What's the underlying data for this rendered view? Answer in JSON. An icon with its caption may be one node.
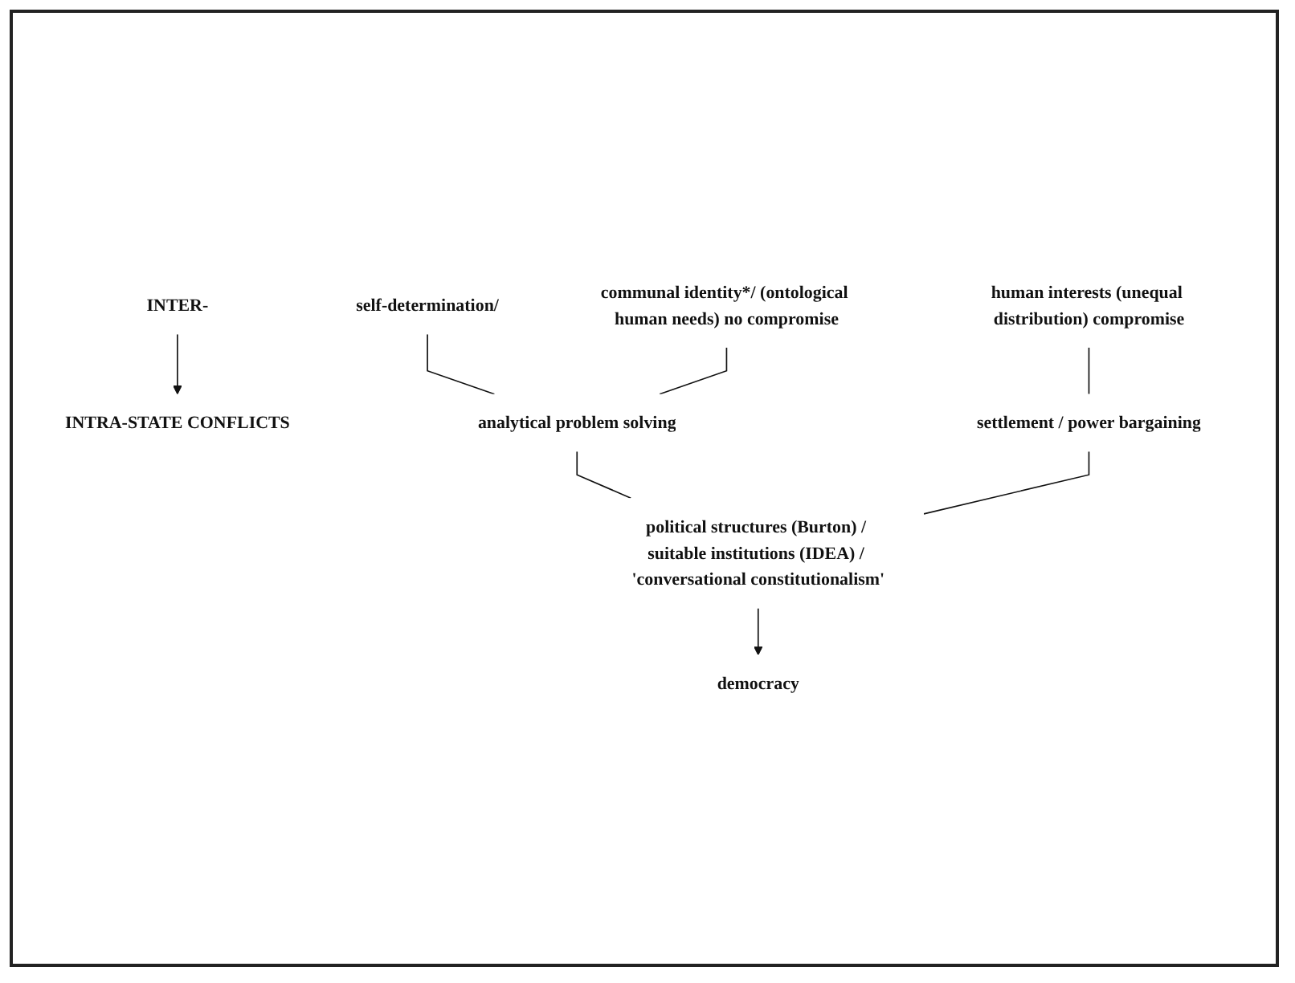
{
  "diagram": {
    "nodes": [
      {
        "text": [
          "INTER-"
        ]
      },
      {
        "text": [
          "INTRA-STATE CONFLICTS"
        ]
      },
      {
        "text": [
          "self-determination/"
        ]
      },
      {
        "text": [
          "communal identity*/ (ontological human needs) no compromise"
        ]
      },
      {
        "text": [
          "human interests (unequal distribution) compromise"
        ]
      },
      {
        "text": [
          "analytical problem solving"
        ]
      },
      {
        "text": [
          "settlement / power bargaining"
        ]
      },
      {
        "text": [
          "political structures (Burton) / suitable institutions (IDEA) / 'conversational constitutionalism'"
        ]
      },
      {
        "text": [
          "democracy"
        ]
      }
    ],
    "edges": [
      {
        "from": 0,
        "to": 1,
        "arrow": "to"
      },
      {
        "from": 2,
        "to": 5,
        "arrow": "none"
      },
      {
        "from": 3,
        "to": 5,
        "arrow": "none"
      },
      {
        "from": 4,
        "to": 6,
        "arrow": "none"
      },
      {
        "from": 5,
        "to": 7,
        "arrow": "none"
      },
      {
        "from": 6,
        "to": 7,
        "arrow": "none"
      },
      {
        "from": 7,
        "to": 8,
        "arrow": "to"
      }
    ]
  }
}
